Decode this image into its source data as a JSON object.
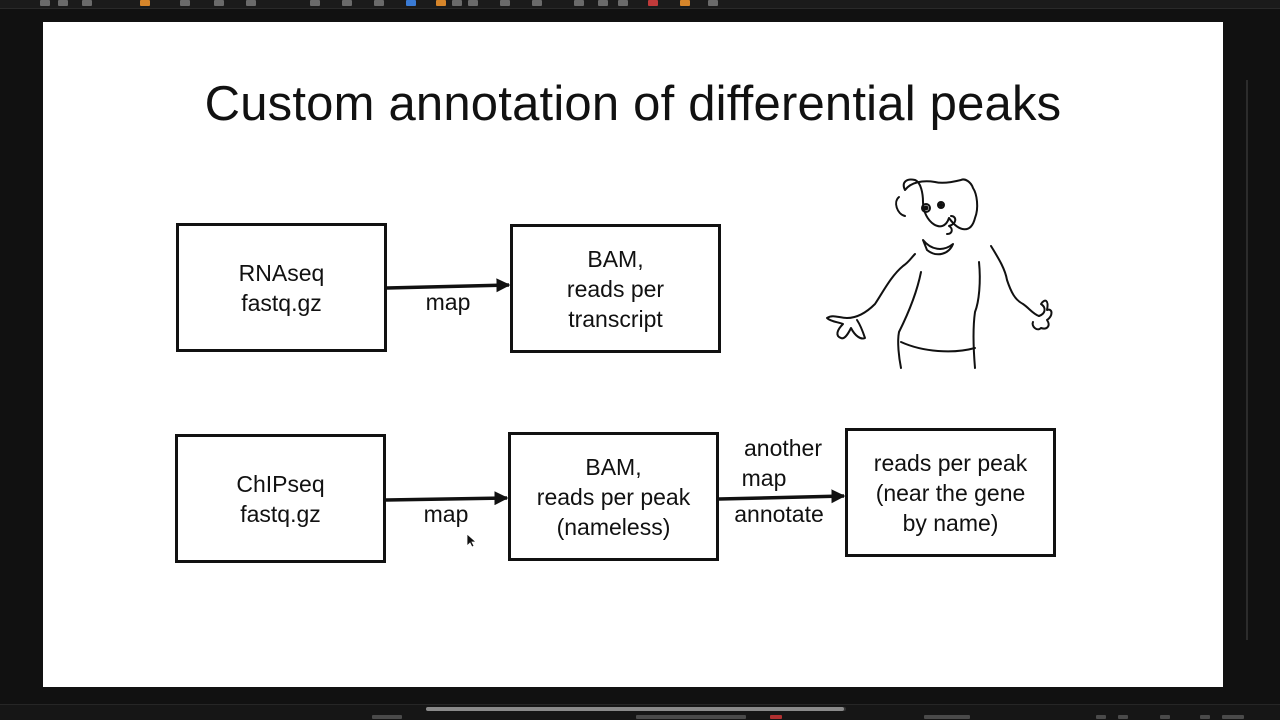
{
  "slide": {
    "title": "Custom annotation of differential peaks"
  },
  "row1": {
    "box_input": [
      "RNAseq",
      "fastq.gz"
    ],
    "arrow_label": "map",
    "box_output": [
      "BAM,",
      "reads per",
      "transcript"
    ]
  },
  "row2": {
    "box_input": [
      "ChIPseq",
      "fastq.gz"
    ],
    "arrow1_label": "map",
    "box_middle": [
      "BAM,",
      "reads per peak",
      "(nameless)"
    ],
    "arrow2_label_above": [
      "another",
      "map"
    ],
    "arrow2_label_below": "annotate",
    "box_output": [
      "reads per peak",
      "(near the gene",
      "by name)"
    ]
  },
  "icons": {
    "figure": "shrugging-person-icon",
    "cursor": "mouse-pointer-icon"
  },
  "colors": {
    "slide_background": "#ffffff",
    "ink": "#111111",
    "app_background": "#111111"
  }
}
